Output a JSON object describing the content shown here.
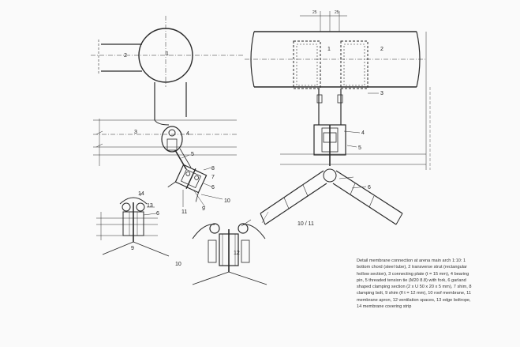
{
  "caption": "Detail membrane connection at arena main arch 1:10: 1 bottom chord (steel tube), 2 transverse strut (rectangular hollow section), 3 connecting plate (t = 15 mm), 4 bearing pin, 5 threaded tension tie (M20 8.8) with fork, 6 garland shaped clamping section (2 x U 50 x 20 x 5 mm), 7 shim, 8 clamping bolt, 9 shim (fl t = 12 mm), 10 roof membrane, 11 membrane apron, 12 ventilation spaces, 13 edge boltrope, 14 membrane covering strip",
  "labels": {
    "l1a": "1",
    "l2a": "2",
    "l3a": "3",
    "l4a": "4",
    "l5a": "5",
    "l6a": "6",
    "l7a": "7",
    "l8a": "8",
    "l9a": "9",
    "l10a": "10",
    "l11a": "11",
    "l1b": "1",
    "l2b": "2",
    "l3b": "3",
    "l4b": "4",
    "l5b": "5",
    "l6b": "6",
    "l1011": "10 / 11",
    "l14": "14",
    "l13": "13",
    "l6c": "6",
    "l9c": "9",
    "l10c": "10",
    "l12": "12"
  },
  "colors": {
    "line": "#2a2a2a",
    "hatch": "#555555",
    "paper": "#fafafa"
  }
}
